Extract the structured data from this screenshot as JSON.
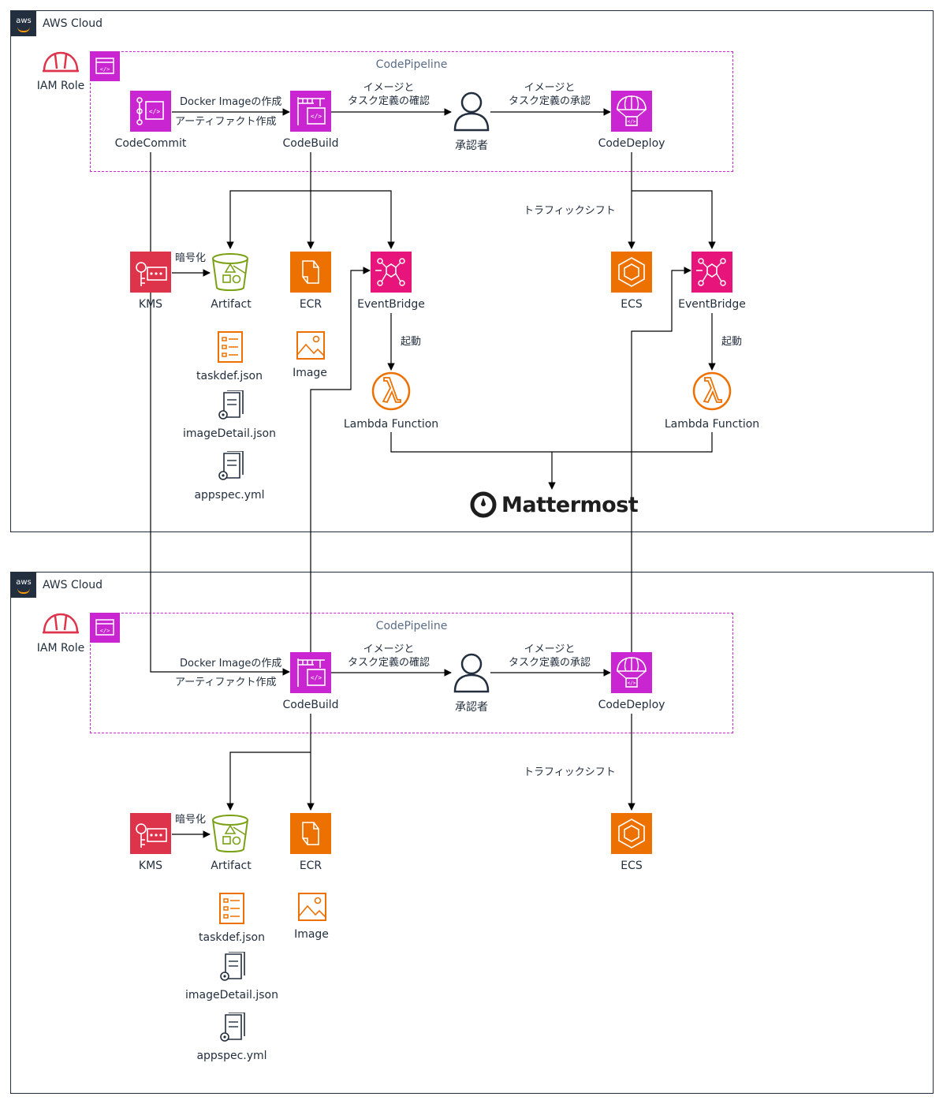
{
  "clouds": [
    {
      "label": "AWS Cloud",
      "badge": "aws"
    },
    {
      "label": "AWS Cloud",
      "badge": "aws"
    }
  ],
  "pipeline": {
    "title": "CodePipeline"
  },
  "iam": {
    "label": "IAM Role"
  },
  "nodes": {
    "codecommit": "CodeCommit",
    "codebuild": "CodeBuild",
    "approver": "承認者",
    "codedeploy": "CodeDeploy",
    "kms": "KMS",
    "artifact": "Artifact",
    "ecr": "ECR",
    "eventbridge": "EventBridge",
    "ecs": "ECS",
    "lambda": "Lambda Function",
    "taskdef": "taskdef.json",
    "imagedetail": "imageDetail.json",
    "appspec": "appspec.yml",
    "image": "Image",
    "mattermost": "Mattermost"
  },
  "edges": {
    "docker_build": "Docker Imageの作成",
    "artifact_create": "アーティファクト作成",
    "confirm_line1": "イメージと",
    "confirm_line2": "タスク定義の確認",
    "approve_line1": "イメージと",
    "approve_line2": "タスク定義の承認",
    "traffic_shift": "トラフィックシフト",
    "encrypt": "暗号化",
    "trigger": "起動"
  },
  "colors": {
    "devtools": "#c925d1",
    "security": "#dd344c",
    "compute": "#ed7100",
    "storage": "#7aa116",
    "integration": "#e7157b",
    "border": "#232f3e"
  }
}
